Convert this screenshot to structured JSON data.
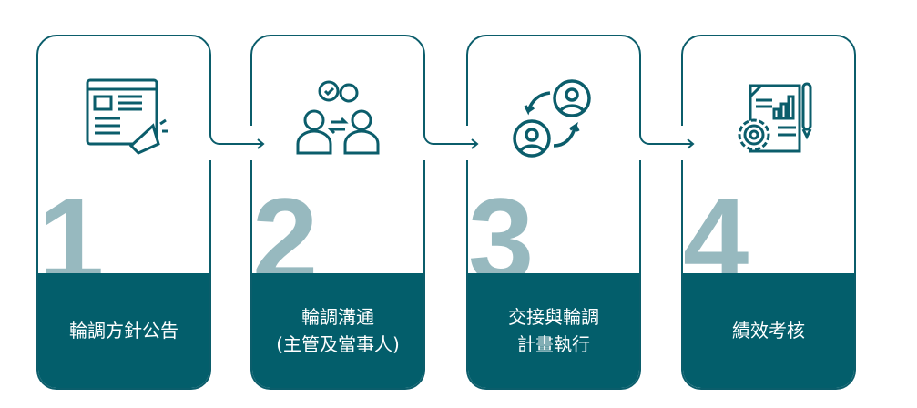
{
  "steps": [
    {
      "number": "1",
      "label": "輪調方針公告",
      "icon": "announcement-megaphone-icon"
    },
    {
      "number": "2",
      "label": "輪調溝通\n(主管及當事人)",
      "icon": "people-communication-icon"
    },
    {
      "number": "3",
      "label": "交接與輪調\n計畫執行",
      "icon": "person-exchange-icon"
    },
    {
      "number": "4",
      "label": "績效考核",
      "icon": "report-gear-icon"
    }
  ],
  "colors": {
    "primary": "#035e6b",
    "number": "#97b9bf"
  }
}
